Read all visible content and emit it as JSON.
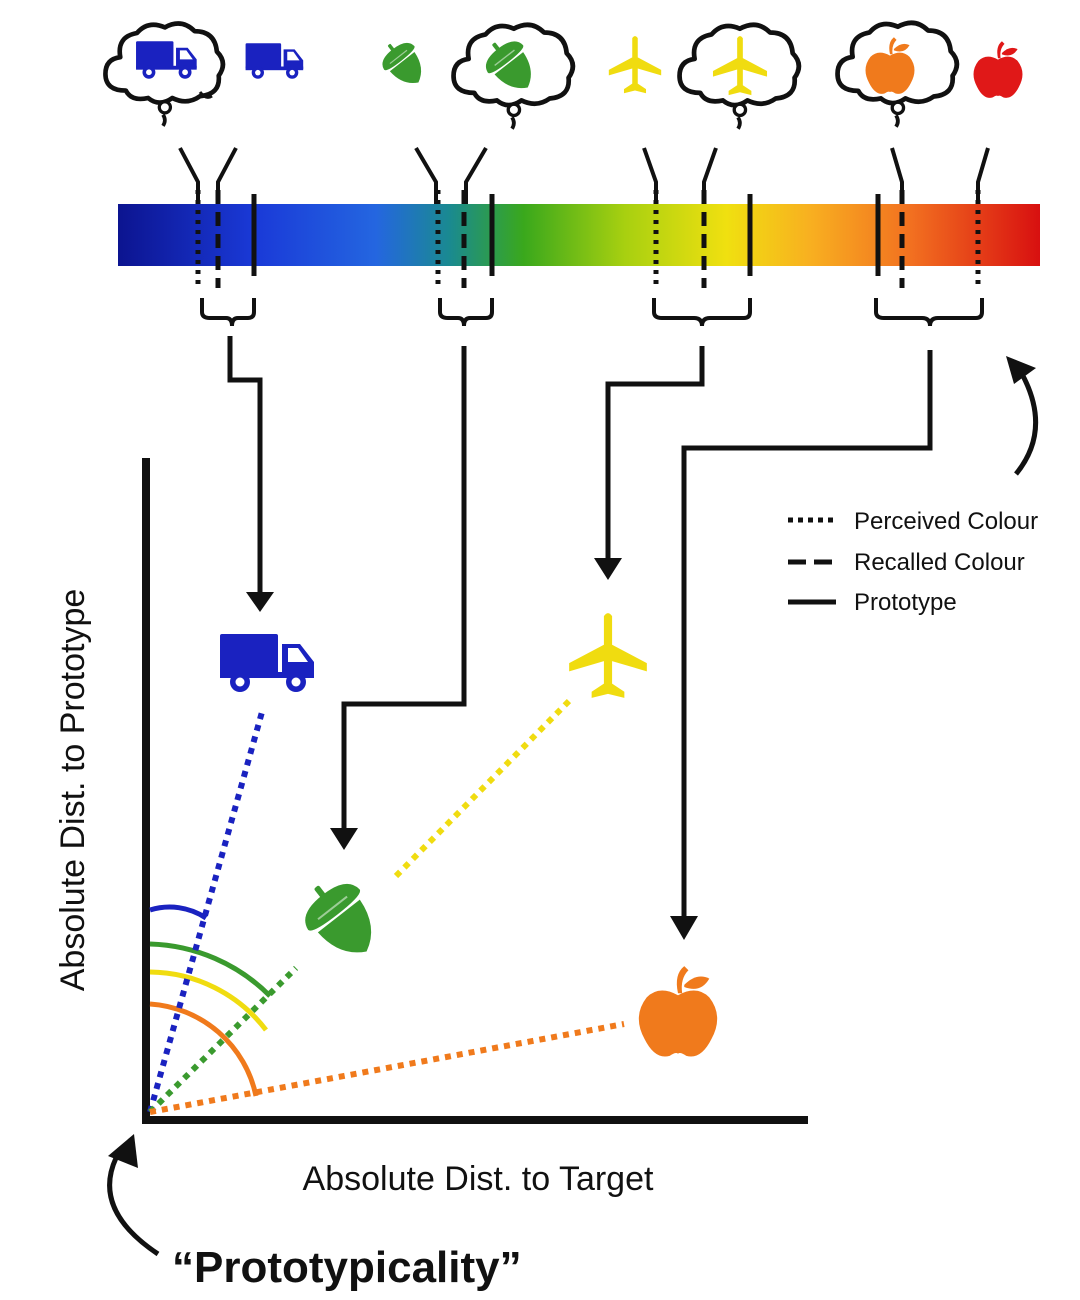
{
  "axes": {
    "y_label": "Absolute Dist. to Prototype",
    "x_label": "Absolute Dist. to Target"
  },
  "concept_label": "“Prototypicality”",
  "legend": [
    {
      "label": "Perceived Colour",
      "style": "dotted"
    },
    {
      "label": "Recalled Colour",
      "style": "dashed"
    },
    {
      "label": "Prototype",
      "style": "solid"
    }
  ],
  "colors": {
    "blue": "#1a22c0",
    "green": "#3a9a2e",
    "yellow": "#f0dc10",
    "orange": "#f07a1c",
    "red": "#e01818",
    "black": "#111111"
  },
  "objects": [
    {
      "name": "truck",
      "icon": "truck-icon",
      "color": "blue"
    },
    {
      "name": "acorn",
      "icon": "acorn-icon",
      "color": "green"
    },
    {
      "name": "plane",
      "icon": "plane-icon",
      "color": "yellow"
    },
    {
      "name": "apple",
      "icon": "apple-icon",
      "color": "orange"
    }
  ]
}
